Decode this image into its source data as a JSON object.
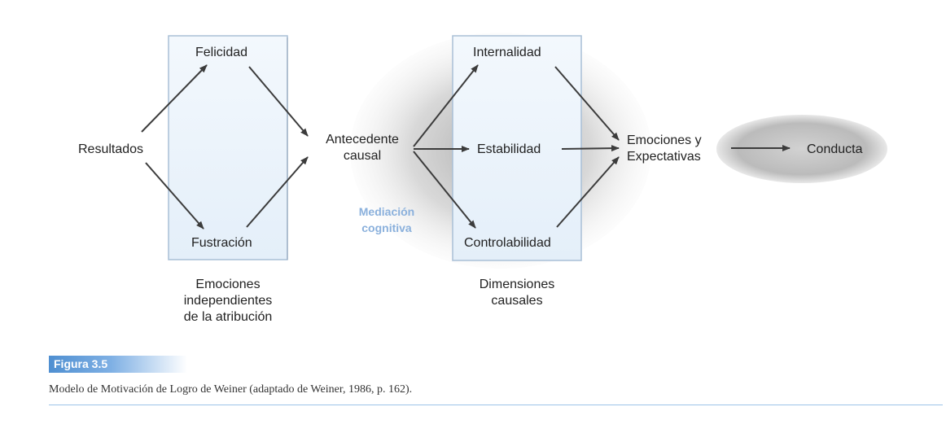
{
  "diagram": {
    "nodes": {
      "resultados": "Resultados",
      "felicidad": "Felicidad",
      "fustracion": "Fustración",
      "antecedente_line1": "Antecedente",
      "antecedente_line2": "causal",
      "internalidad": "Internalidad",
      "estabilidad": "Estabilidad",
      "controlabilidad": "Controlabilidad",
      "emociones_line1": "Emociones y",
      "emociones_line2": "Expectativas",
      "conducta": "Conducta"
    },
    "group_labels": {
      "emociones_independientes": [
        "Emociones",
        "independientes",
        "de la atribución"
      ],
      "dimensiones_causales": [
        "Dimensiones",
        "causales"
      ]
    },
    "mediacion": [
      "Mediación",
      "cognitiva"
    ],
    "colors": {
      "box_fill": "#eaf3fb",
      "box_border": "#a9bfd6",
      "arrow": "#3c3c3c",
      "mediacion_text": "#8ab0dc",
      "figure_tag": "#5b98d6",
      "rule": "#9cc3e8"
    }
  },
  "figure": {
    "tag": "Figura 3.5",
    "caption": "Modelo de Motivación de Logro de Weiner (adaptado de Weiner, 1986, p. 162)."
  }
}
